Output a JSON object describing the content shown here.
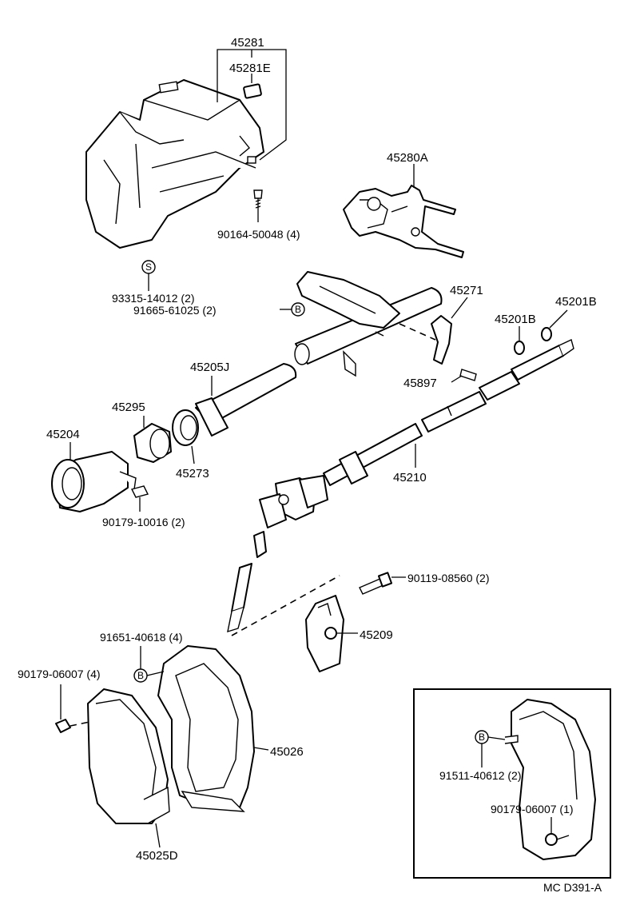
{
  "parts": {
    "p45281": "45281",
    "p45281E": "45281E",
    "p45280A": "45280A",
    "p90164": "90164-50048 (4)",
    "p93315": "93315-14012 (2)",
    "p91665": "91665-61025 (2)",
    "p45271": "45271",
    "p45201B_a": "45201B",
    "p45201B_b": "45201B",
    "p45897": "45897",
    "p45205J": "45205J",
    "p45295": "45295",
    "p45204": "45204",
    "p45273": "45273",
    "p45210": "45210",
    "p90179_10016": "90179-10016 (2)",
    "p90119": "90119-08560 (2)",
    "p45209": "45209",
    "p91651": "91651-40618 (4)",
    "p90179_06007": "90179-06007 (4)",
    "p45026": "45026",
    "p45025D": "45025D",
    "p91511": "91511-40612 (2)",
    "p90179_06007_1": "90179-06007 (1)"
  },
  "markers": {
    "s_marker": "S",
    "b_marker_1": "B",
    "b_marker_2": "B",
    "b_marker_3": "B"
  },
  "footer": {
    "code": "MC D391-A"
  }
}
